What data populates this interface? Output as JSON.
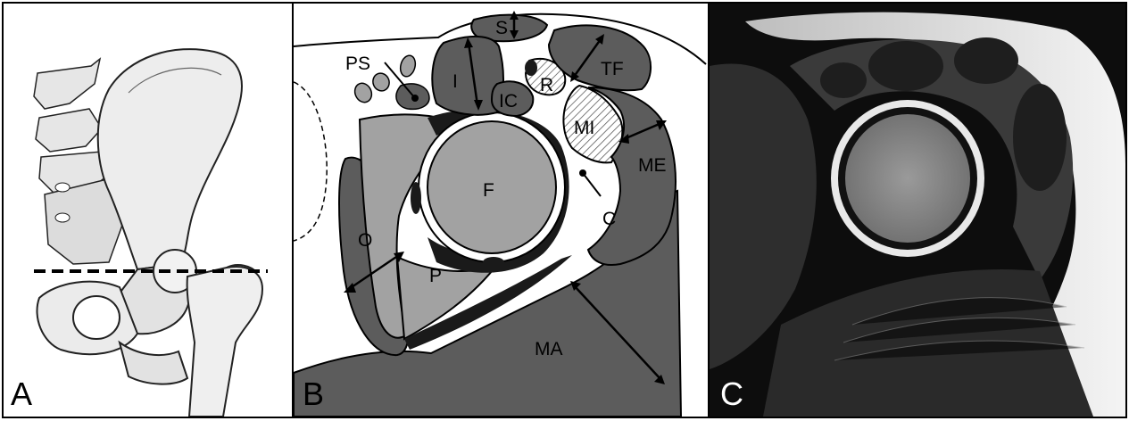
{
  "panels": {
    "a": {
      "label": "A"
    },
    "b": {
      "label": "B"
    },
    "c": {
      "label": "C"
    }
  },
  "diagram_labels": {
    "S": "S",
    "PS": "PS",
    "I": "I",
    "R": "R",
    "TF": "TF",
    "IC": "IC",
    "MI": "MI",
    "F": "F",
    "ME": "ME",
    "C": "C",
    "O": "O",
    "P": "P",
    "MA": "MA"
  },
  "colors": {
    "muscle_dark": "#5c5c5c",
    "bone_light": "#a2a2a2",
    "outline": "#000000",
    "background": "#ffffff"
  }
}
